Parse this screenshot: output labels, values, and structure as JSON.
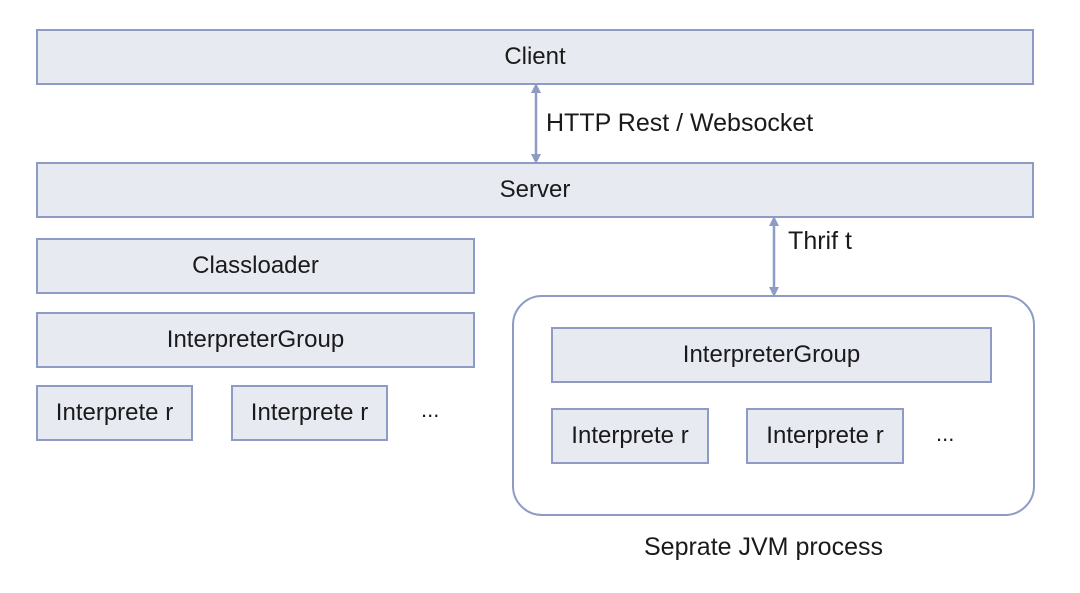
{
  "boxes": {
    "client": "Client",
    "server": "Server",
    "classloader": "Classloader",
    "interpreter_group_left": "InterpreterGroup",
    "interpreter_left_1": "Interprete r",
    "interpreter_left_2": "Interprete r",
    "interpreter_group_right": "InterpreterGroup",
    "interpreter_right_1": "Interprete r",
    "interpreter_right_2": "Interprete r"
  },
  "labels": {
    "http_rest": "HTTP Rest / Websocket",
    "thrift": "Thrif t",
    "ellipsis_left": "...",
    "ellipsis_right": "...",
    "separate_process": "Seprate JVM process"
  },
  "colors": {
    "box_fill": "#e8eaf2",
    "box_border": "#8e9bc4",
    "arrow": "#8e9bc4"
  }
}
